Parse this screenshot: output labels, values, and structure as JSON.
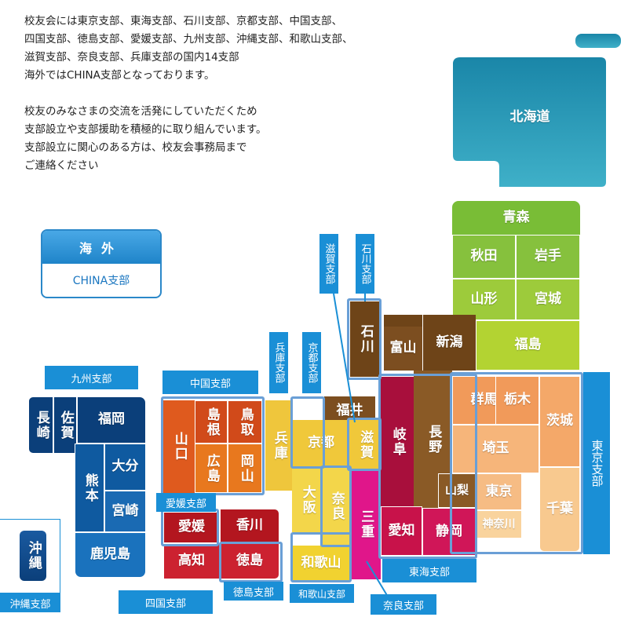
{
  "intro": {
    "p1": "校友会には東京支部、東海支部、石川支部、京都支部、中国支部、\n四国支部、徳島支部、愛媛支部、九州支部、沖縄支部、和歌山支部、\n滋賀支部、奈良支部、兵庫支部の国内14支部\n海外ではCHINA支部となっております。",
    "p2": "校友のみなさまの交流を活発にしていただくため\n支部設立や支部援助を積極的に取り組んでいます。\n支部設立に関心のある方は、校友会事務局まで\nご連絡ください"
  },
  "overseas": {
    "title": "海外",
    "item": "CHINA支部"
  },
  "prefectures": {
    "hokkaido": "北海道",
    "aomori": "青森",
    "akita": "秋田",
    "iwate": "岩手",
    "yamagata": "山形",
    "miyagi": "宮城",
    "fukushima": "福島",
    "ishikawa": "石川",
    "toyama": "富山",
    "niigata": "新潟",
    "fukui": "福井",
    "gunma": "群馬",
    "tochigi": "栃木",
    "ibaraki": "茨城",
    "saitama": "埼玉",
    "tokyo": "東京",
    "chiba": "千葉",
    "kanagawa": "神奈川",
    "yamanashi": "山梨",
    "nagano": "長野",
    "gifu": "岐阜",
    "shiga": "滋賀",
    "kyoto": "京都",
    "hyogo": "兵庫",
    "osaka": "大阪",
    "nara": "奈良",
    "mie": "三重",
    "aichi": "愛知",
    "shizuoka": "静岡",
    "wakayama": "和歌山",
    "shimane": "島根",
    "tottori": "鳥取",
    "yamaguchi": "山口",
    "hiroshima": "広島",
    "okayama": "岡山",
    "ehime": "愛媛",
    "kagawa": "香川",
    "kochi": "高知",
    "tokushima": "徳島",
    "nagasaki": "長崎",
    "saga": "佐賀",
    "fukuoka": "福岡",
    "kumamoto": "熊本",
    "oita": "大分",
    "miyazaki": "宮崎",
    "kagoshima": "鹿児島",
    "okinawa": "沖縄"
  },
  "branches": {
    "shiga": "滋賀支部",
    "ishikawa": "石川支部",
    "hyogo": "兵庫支部",
    "kyoto": "京都支部",
    "kyushu": "九州支部",
    "chugoku": "中国支部",
    "tokyo": "東京支部",
    "ehime": "愛媛支部",
    "tokai": "東海支部",
    "okinawa": "沖縄支部",
    "shikoku": "四国支部",
    "tokushima": "徳島支部",
    "wakayama": "和歌山支部",
    "nara": "奈良支部"
  },
  "colors": {
    "hokkaido": "#1b8fb0",
    "tohoku": "#8cc63f",
    "hokuriku": "#7a4a1c",
    "kanto": "#f6a766",
    "chubu": "#c8124a",
    "kinki": "#f0d33a",
    "chugoku": "#e07020",
    "shikoku": "#c81e28",
    "kyushu": "#0f5aa0",
    "label": "#1a8fd6",
    "frame": "#6a9fd6"
  }
}
